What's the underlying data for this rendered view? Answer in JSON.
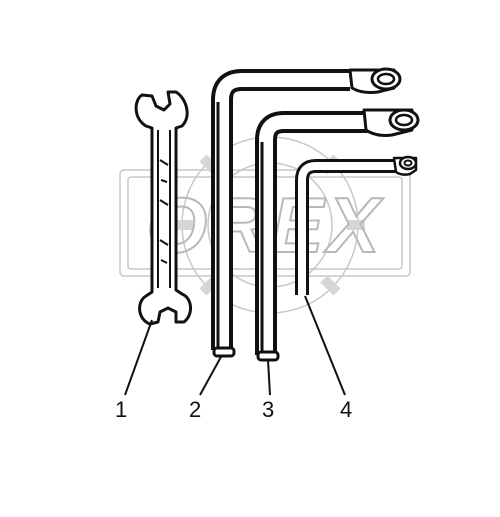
{
  "watermark": {
    "text": "OREX",
    "color": "#c8c8c8"
  },
  "callouts": [
    {
      "number": "1",
      "item": "open-end-wrench"
    },
    {
      "number": "2",
      "item": "large-socket-wrench"
    },
    {
      "number": "3",
      "item": "medium-socket-wrench"
    },
    {
      "number": "4",
      "item": "small-socket-wrench"
    }
  ],
  "colors": {
    "ink": "#111111",
    "background": "#ffffff"
  }
}
